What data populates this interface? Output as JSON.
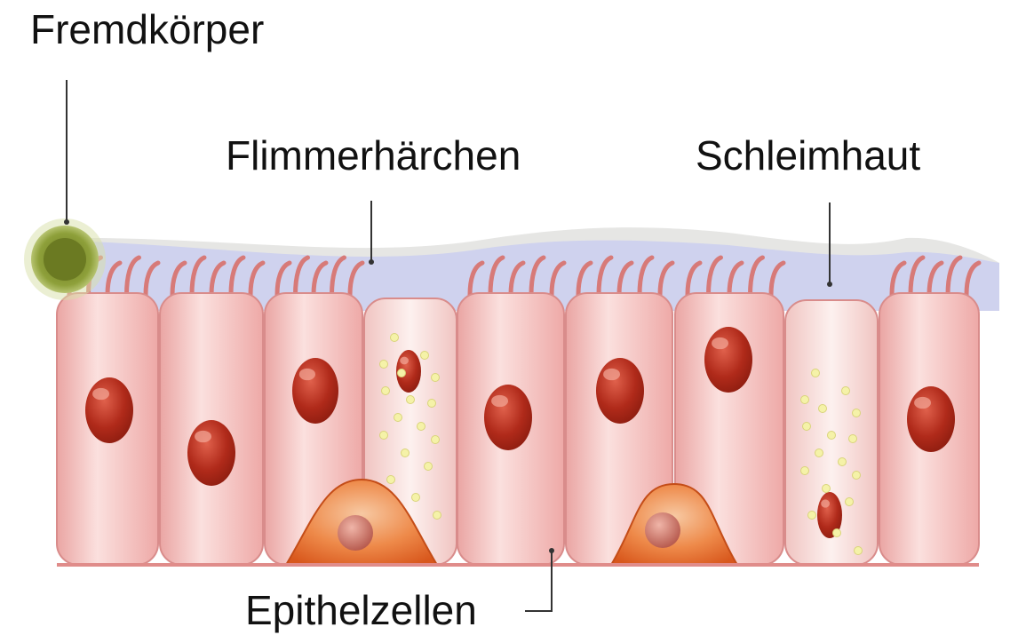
{
  "labels": {
    "foreign_body": "Fremdkörper",
    "cilia": "Flimmerhärchen",
    "mucosa": "Schleimhaut",
    "epithelial_cells": "Epithelzellen"
  },
  "colors": {
    "mucus": "#cfd2ee",
    "mucus_top": "#e6e6e4",
    "cell_fill": "#f2b9b7",
    "cell_highlight": "#fbe3e1",
    "cell_border": "#d98c8b",
    "goblet_fill": "#f9dfdc",
    "nucleus": "#b02a1a",
    "granule": "#f5f2a8",
    "basal_cell": "#e8702e",
    "cilium": "#d77a78",
    "foreign_body": "#7a8a2a",
    "leader_line": "#333333"
  },
  "cells": [
    {
      "kind": "ciliated"
    },
    {
      "kind": "ciliated"
    },
    {
      "kind": "ciliated"
    },
    {
      "kind": "goblet"
    },
    {
      "kind": "ciliated"
    },
    {
      "kind": "ciliated"
    },
    {
      "kind": "ciliated"
    },
    {
      "kind": "goblet"
    },
    {
      "kind": "ciliated"
    }
  ],
  "basal_cells": 2
}
